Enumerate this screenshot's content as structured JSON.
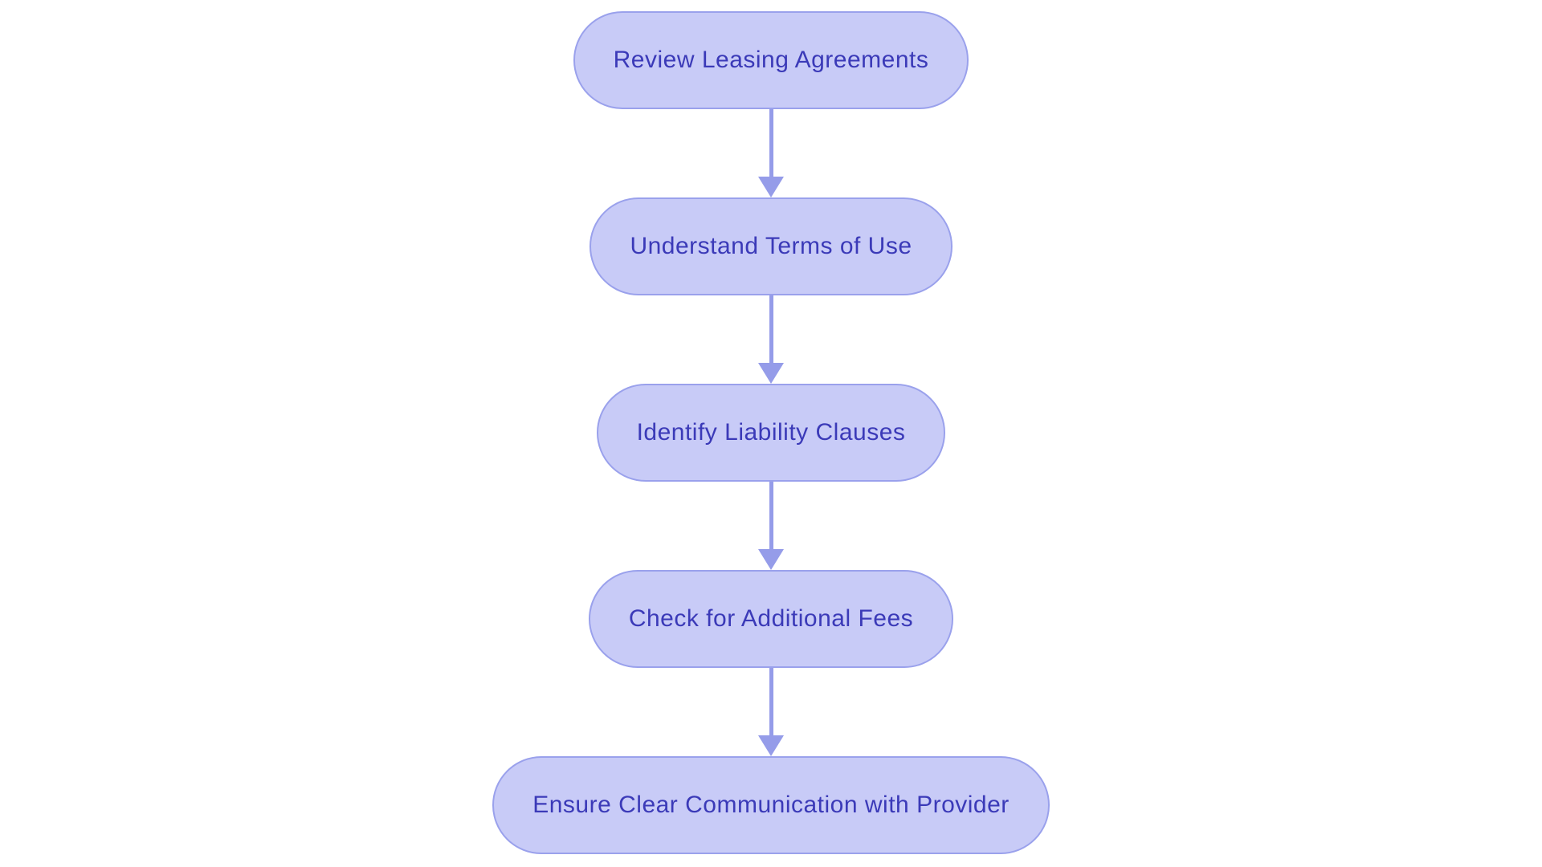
{
  "diagram": {
    "type": "flowchart",
    "direction": "top-down",
    "steps": [
      {
        "label": "Review Leasing Agreements"
      },
      {
        "label": "Understand Terms of Use"
      },
      {
        "label": "Identify Liability Clauses"
      },
      {
        "label": "Check for Additional Fees"
      },
      {
        "label": "Ensure Clear Communication with Provider"
      }
    ],
    "connections": [
      {
        "from": "Review Leasing Agreements",
        "to": "Understand Terms of Use"
      },
      {
        "from": "Understand Terms of Use",
        "to": "Identify Liability Clauses"
      },
      {
        "from": "Identify Liability Clauses",
        "to": "Check for Additional Fees"
      },
      {
        "from": "Check for Additional Fees",
        "to": "Ensure Clear Communication with Provider"
      }
    ],
    "colors": {
      "node_fill": "#c8cbf7",
      "node_border": "#9aa1ec",
      "node_text": "#3b3ab8",
      "arrow": "#959ce9",
      "background": "#ffffff"
    }
  }
}
